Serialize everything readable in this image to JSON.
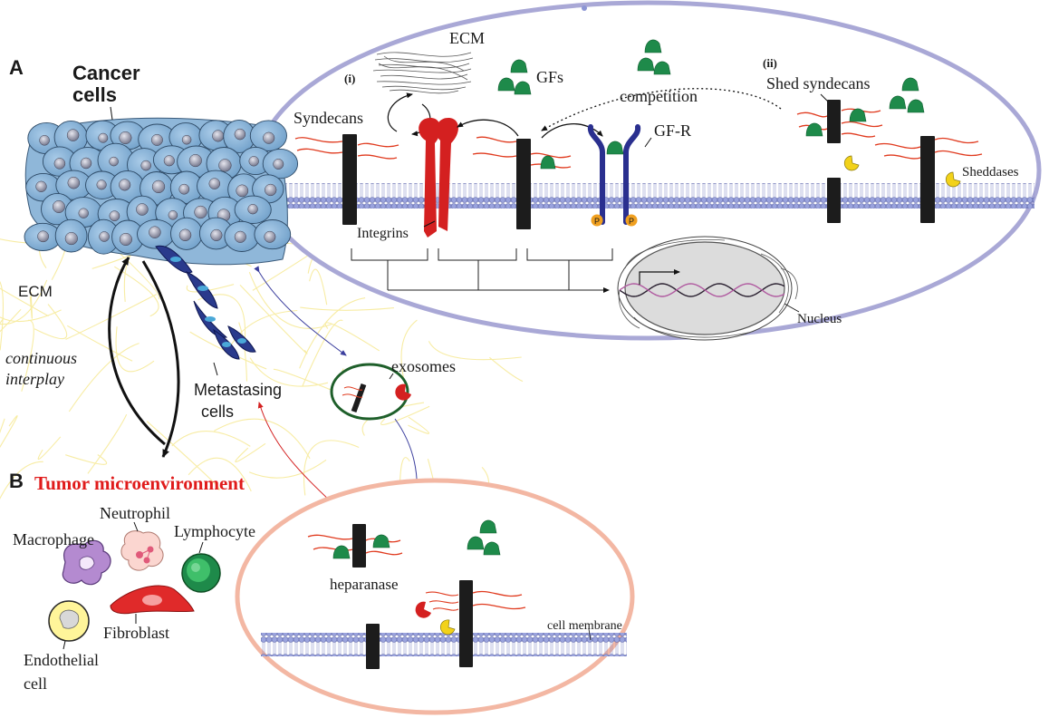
{
  "panel_a": {
    "letter": "A",
    "cancer_cells_line1": "Cancer",
    "cancer_cells_line2": "cells",
    "ecm_left": "ECM",
    "interplay_line1": "continuous",
    "interplay_line2": "interplay",
    "metastasing_line1": "Metastasing",
    "metastasing_line2": "cells",
    "exosomes": "exosomes"
  },
  "inset_top": {
    "marker_i": "(i)",
    "marker_ii": "(ii)",
    "ecm": "ECM",
    "gfs": "GFs",
    "competition": "competition",
    "shed_syndecans": "Shed syndecans",
    "syndecans": "Syndecans",
    "gf_r": "GF-R",
    "sheddases": "Sheddases",
    "integrins": "Integrins",
    "nucleus": "Nucleus",
    "phospho": "P"
  },
  "panel_b": {
    "letter": "B",
    "title": "Tumor microenvironment",
    "neutrophil": "Neutrophil",
    "macrophage": "Macrophage",
    "lymphocyte": "Lymphocyte",
    "fibroblast": "Fibroblast",
    "endothelial_line1": "Endothelial",
    "endothelial_line2": "cell"
  },
  "inset_bottom": {
    "heparanase": "heparanase",
    "cell_membrane": "cell membrane"
  },
  "colors": {
    "syndecan_core": "#1c1c1c",
    "hs_chain": "#e03a1e",
    "gf_green": "#1e8a4a",
    "integrin_red": "#d42020",
    "gfr_blue": "#2a2f8f",
    "sheddase_yellow": "#f2d21a",
    "heparanase_red": "#d42020",
    "cancer_cell_blue": "#8fb7d9",
    "ecm_yellow": "#f7ea9a",
    "top_oval_border": "#a9a8d6",
    "bottom_oval_border": "#f3b7a3",
    "title_red": "#e01b1b",
    "membrane_blue": "#8c95d4"
  }
}
